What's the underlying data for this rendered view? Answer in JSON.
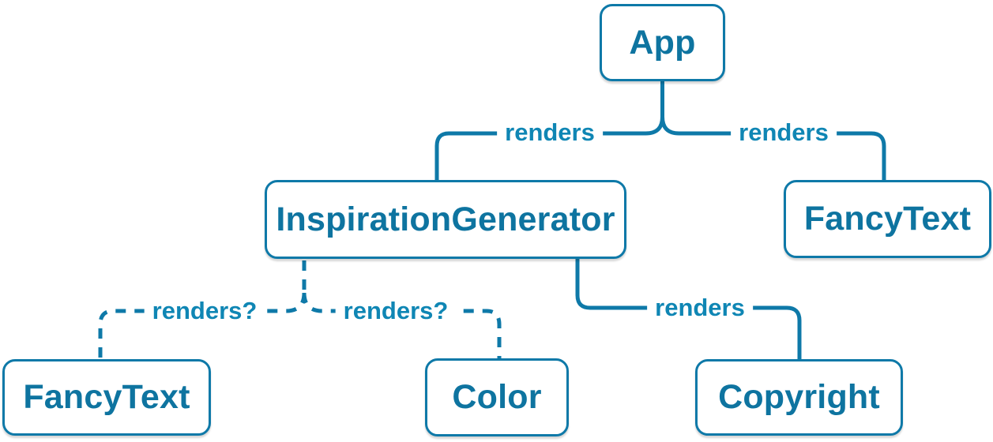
{
  "diagram": {
    "type": "component-tree",
    "nodes": [
      {
        "id": "app",
        "label": "App"
      },
      {
        "id": "inspiration-generator",
        "label": "InspirationGenerator"
      },
      {
        "id": "fancy-text-top",
        "label": "FancyText"
      },
      {
        "id": "fancy-text-bottom",
        "label": "FancyText"
      },
      {
        "id": "color",
        "label": "Color"
      },
      {
        "id": "copyright",
        "label": "Copyright"
      }
    ],
    "edges": [
      {
        "from": "App",
        "to": "InspirationGenerator",
        "label": "renders",
        "style": "solid"
      },
      {
        "from": "App",
        "to": "FancyText",
        "label": "renders",
        "style": "solid"
      },
      {
        "from": "InspirationGenerator",
        "to": "FancyText",
        "label": "renders?",
        "style": "dashed"
      },
      {
        "from": "InspirationGenerator",
        "to": "Color",
        "label": "renders?",
        "style": "dashed"
      },
      {
        "from": "InspirationGenerator",
        "to": "Copyright",
        "label": "renders",
        "style": "solid"
      }
    ],
    "colors": {
      "node_border": "#0e79a8",
      "node_text": "#0e74a0",
      "node_background": "#ffffff",
      "edge_line": "#0e79a8",
      "edge_label_text": "#0f86b4",
      "page_background": "#ffffff"
    }
  }
}
